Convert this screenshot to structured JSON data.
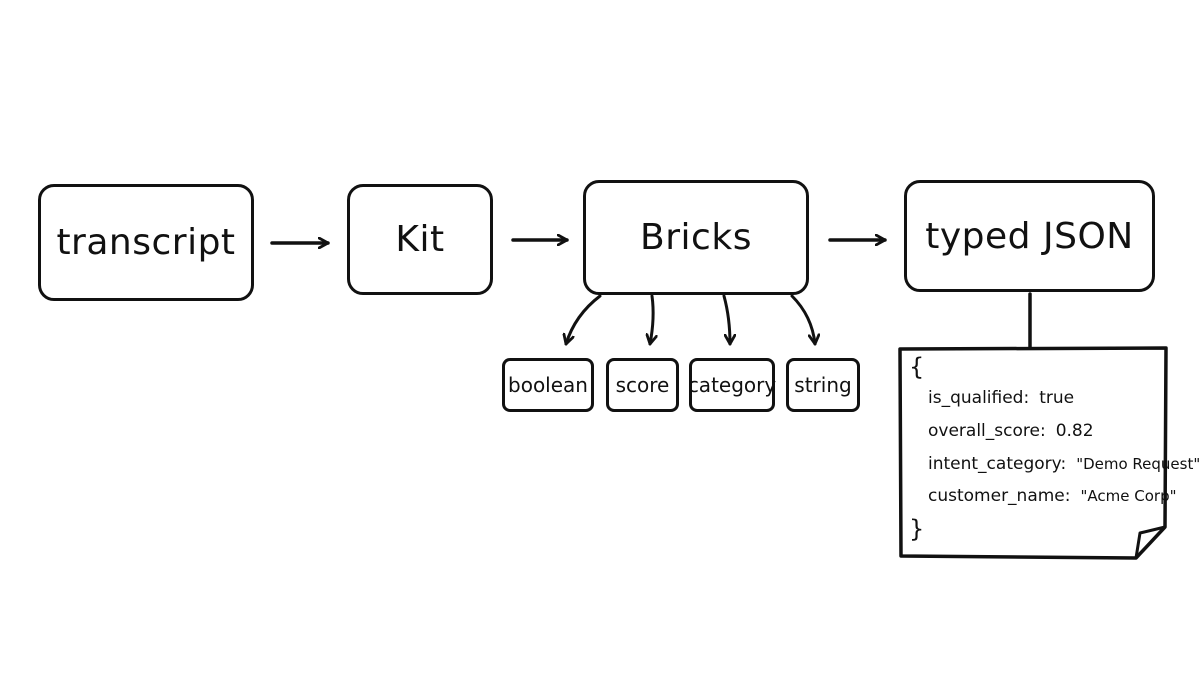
{
  "nodes": {
    "transcript": "transcript",
    "kit": "Kit",
    "bricks": "Bricks",
    "typed_json": "typed JSON"
  },
  "brick_types": [
    "boolean",
    "score",
    "category",
    "string"
  ],
  "json_output": {
    "open_brace": "{",
    "close_brace": "}",
    "fields": [
      {
        "key": "is_qualified:",
        "value": "true"
      },
      {
        "key": "overall_score:",
        "value": "0.82"
      },
      {
        "key": "intent_category:",
        "value": "\"Demo Request\""
      },
      {
        "key": "customer_name:",
        "value": "\"Acme Corp\""
      }
    ]
  },
  "colors": {
    "ink": "#111111",
    "paper": "#ffffff"
  }
}
